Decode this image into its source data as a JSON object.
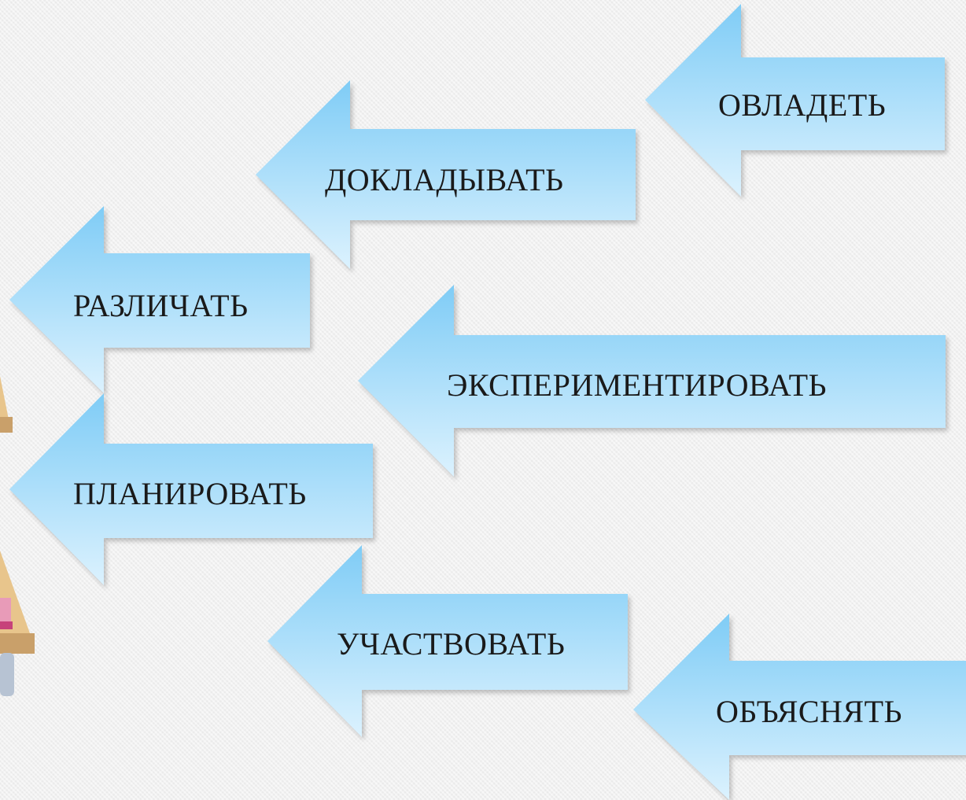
{
  "arrows": [
    {
      "label": "ОВЛАДЕТЬ"
    },
    {
      "label": "ДОКЛАДЫВАТЬ"
    },
    {
      "label": "РАЗЛИЧАТЬ"
    },
    {
      "label": "ЭКСПЕРИМЕНТИРОВАТЬ"
    },
    {
      "label": "ПЛАНИРОВАТЬ"
    },
    {
      "label": "УЧАСТВОВАТЬ"
    },
    {
      "label": "ОБЪЯСНЯТЬ"
    }
  ],
  "colors": {
    "arrow_top": "#8ed3f7",
    "arrow_bottom": "#d8f0fd",
    "text": "#1a1a1a"
  }
}
